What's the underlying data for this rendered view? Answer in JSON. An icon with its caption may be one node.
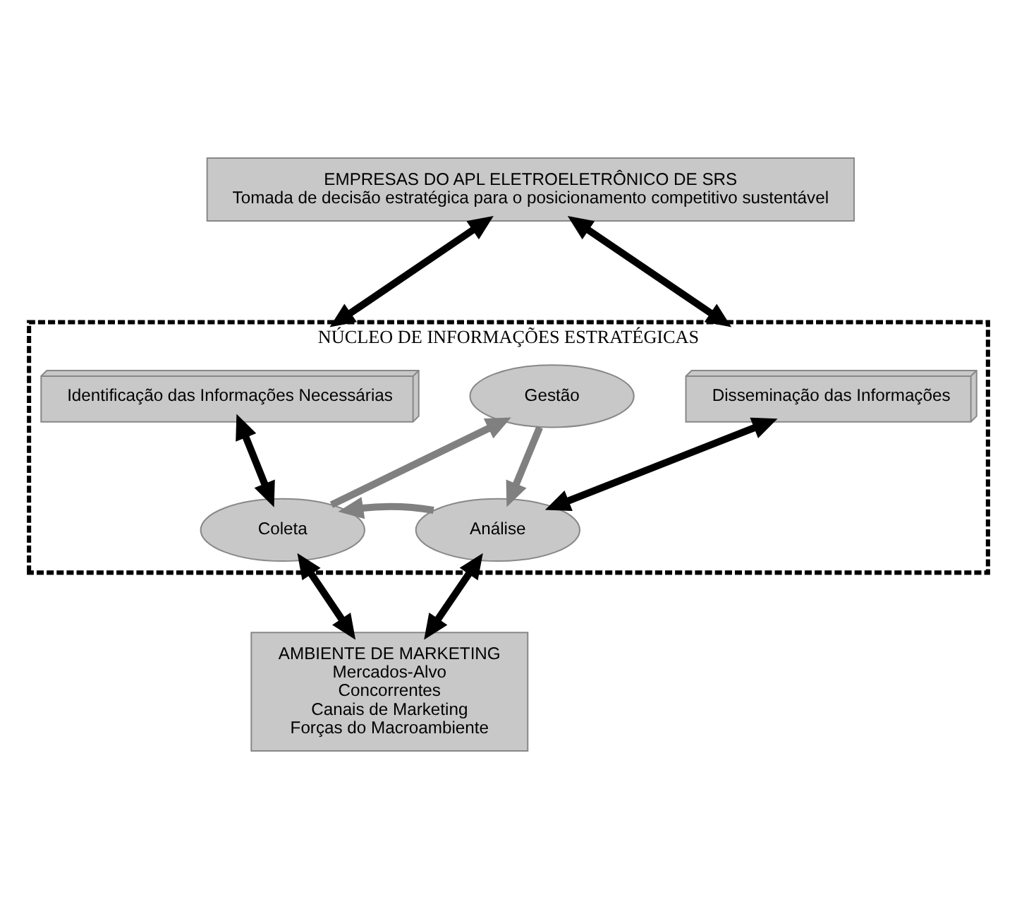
{
  "diagram": {
    "nodes": [
      {
        "text": [
          "EMPRESAS DO APL ELETROELETRÔNICO DE SRS",
          "Tomada de decisão estratégica para o posicionamento competitivo sustentável"
        ]
      },
      {
        "text": [
          "NÚCLEO DE INFORMAÇÕES ESTRATÉGICAS"
        ]
      },
      {
        "text": [
          "Identificação das Informações Necessárias"
        ],
        "in": 1
      },
      {
        "text": [
          "Gestão"
        ],
        "in": 1
      },
      {
        "text": [
          "Coleta"
        ],
        "in": 1
      },
      {
        "text": [
          "Análise"
        ],
        "in": 1
      },
      {
        "text": [
          "Disseminação das Informações"
        ],
        "in": 1
      },
      {
        "text": [
          "AMBIENTE DE MARKETING",
          "Mercados-Alvo",
          "Concorrentes",
          "Canais de Marketing",
          "Forças do Macroambiente"
        ]
      }
    ],
    "edges": [
      {
        "from": 0,
        "to": 1,
        "arrow": "both"
      },
      {
        "from": 0,
        "to": 1,
        "arrow": "both"
      },
      {
        "from": 2,
        "to": 4,
        "arrow": "both"
      },
      {
        "from": 4,
        "to": 3,
        "arrow": "to",
        "color": "#808080"
      },
      {
        "from": 3,
        "to": 5,
        "arrow": "to",
        "color": "#808080"
      },
      {
        "from": 5,
        "to": 4,
        "arrow": "to",
        "color": "#808080"
      },
      {
        "from": 6,
        "to": 5,
        "arrow": "both"
      },
      {
        "from": 4,
        "to": 7,
        "arrow": "both"
      },
      {
        "from": 5,
        "to": 7,
        "arrow": "both"
      }
    ]
  }
}
